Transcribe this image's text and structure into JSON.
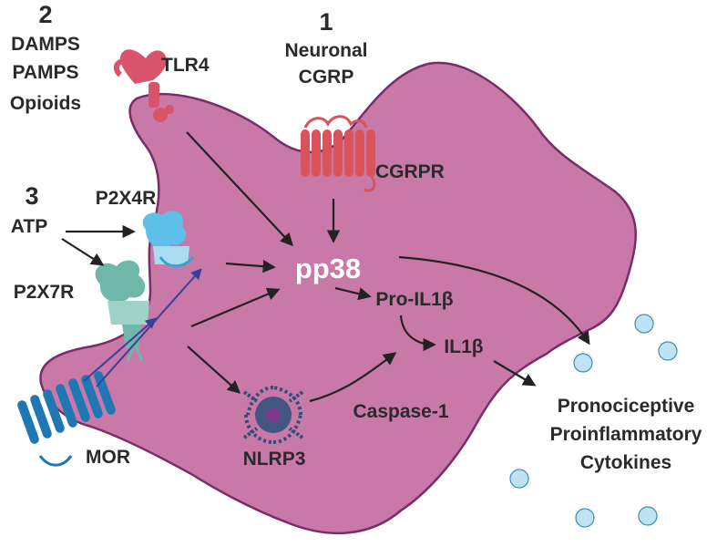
{
  "colors": {
    "cell_fill": "#c979a8",
    "cell_stroke": "#7a2c6a",
    "tlr4": "#d9536a",
    "cgrpr": "#d9535a",
    "p2x4r": "#5cc0e8",
    "p2x7r": "#6fb7a8",
    "mor": "#1f78b4",
    "nlrp3": "#2c4f7a",
    "cytokine": "#bfe3f2",
    "arrow": "#222222",
    "blue_arrow": "#3a3f9a"
  },
  "labels": {
    "step1_number": "1",
    "step1_line1": "Neuronal",
    "step1_line2": "CGRP",
    "step2_number": "2",
    "step2_line1": "DAMPS",
    "step2_line2": "PAMPS",
    "step2_line3": "Opioids",
    "step3_number": "3",
    "atp": "ATP",
    "tlr4": "TLR4",
    "cgrpr": "CGRPR",
    "p2x4r": "P2X4R",
    "p2x7r": "P2X7R",
    "mor": "MOR",
    "pp38": "pp38",
    "pro_il1b": "Pro-IL1β",
    "il1b": "IL1β",
    "caspase1": "Caspase-1",
    "nlrp3": "NLRP3",
    "cytokines_line1": "Pronociceptive",
    "cytokines_line2": "Proinflammatory",
    "cytokines_line3": "Cytokines"
  }
}
